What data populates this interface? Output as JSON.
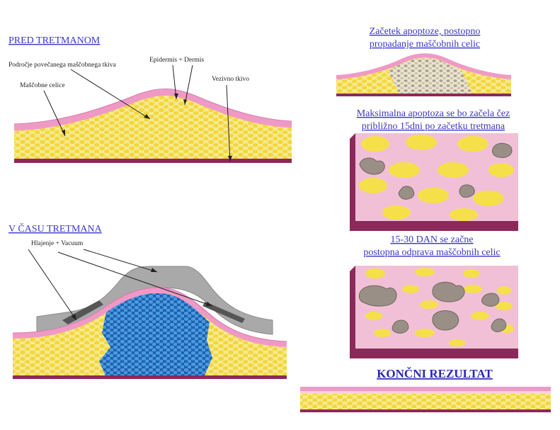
{
  "panels": {
    "before": {
      "title": "PRED TRETMANOM",
      "labels": {
        "fat_area": "Področje povečanega maščobnega tkiva",
        "epidermis": "Epidermis + Dermis",
        "fat_cells": "Maščobne celice",
        "connective": "Vezivno tkivo"
      }
    },
    "during": {
      "title": "V ČASU TRETMANA",
      "labels": {
        "cooling": "Hlajenje + Vacuum"
      }
    },
    "apoptosis_start": {
      "title_line1": "Začetek apoptoze, postopno",
      "title_line2": "propadanje maščobnih celic"
    },
    "max_apoptosis": {
      "title_line1": "Maksimalna apoptoza se bo začela čez",
      "title_line2": "približno 15dni po začetku tretmana"
    },
    "elimination": {
      "title_line1": "15-30 DAN se začne",
      "title_line2": "postopna odprava maščobnih celic"
    },
    "final": {
      "title": "KONČNI REZULTAT"
    }
  },
  "colors": {
    "fat": "#f5e26a",
    "fat_cell": "#f6e04a",
    "skin_pink": "#ef9ac6",
    "dermis_light": "#f8d3e3",
    "base_maroon": "#8b2a5a",
    "frozen": "#3a84d0",
    "dead_cell": "#9a8f86",
    "tissue_pink": "#f1c0d6",
    "applicator": "#a9a9a9",
    "title_blue": "#3b38c8"
  }
}
